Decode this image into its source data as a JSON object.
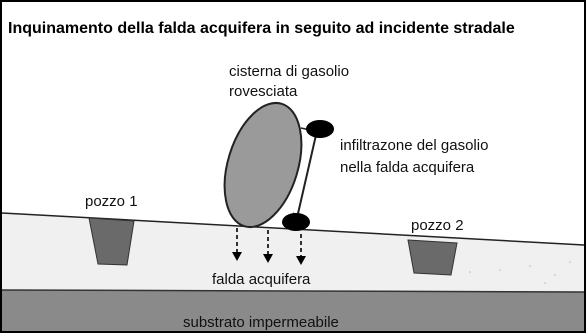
{
  "title": "Inquinamento della falda acquifera in seguito ad incidente stradale",
  "labels": {
    "tanker_line1": "cisterna di gasolio",
    "tanker_line2": "rovesciata",
    "infiltration_line1": "infiltrazone del gasolio",
    "infiltration_line2": "nella falda acquifera",
    "well1": "pozzo 1",
    "well2": "pozzo 2",
    "aquifer": "falda acquifera",
    "substrate": "substrato impermeabile"
  },
  "colors": {
    "border": "#000000",
    "aquifer_fill": "#f0f0f0",
    "substrate_fill": "#8a8a8a",
    "tanker_fill": "#9a9a9a",
    "well_fill": "#6a6a6a",
    "wheel_fill": "#000000"
  }
}
